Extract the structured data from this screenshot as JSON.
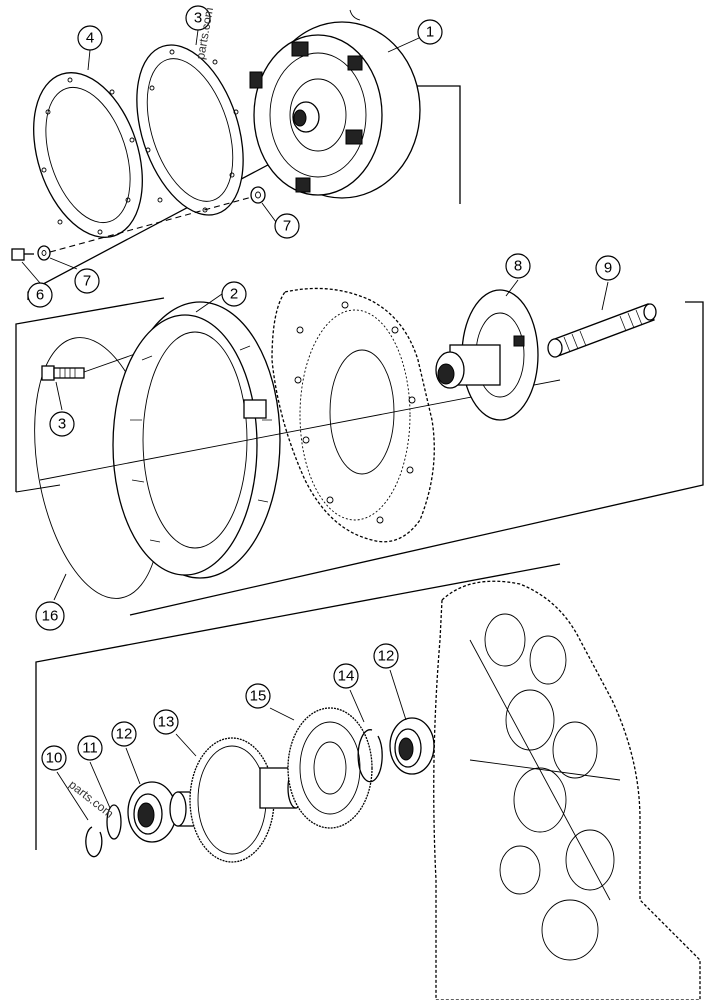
{
  "callouts": {
    "c1": "1",
    "c2": "2",
    "c3a": "3",
    "c3b": "3",
    "c4": "4",
    "c6": "6",
    "c7a": "7",
    "c7b": "7",
    "c8": "8",
    "c9": "9",
    "c10": "10",
    "c11": "11",
    "c12a": "12",
    "c12b": "12",
    "c13": "13",
    "c14": "14",
    "c15": "15",
    "c16": "16"
  },
  "watermarks": {
    "top": "parts.com",
    "bottom": "parts.com"
  }
}
